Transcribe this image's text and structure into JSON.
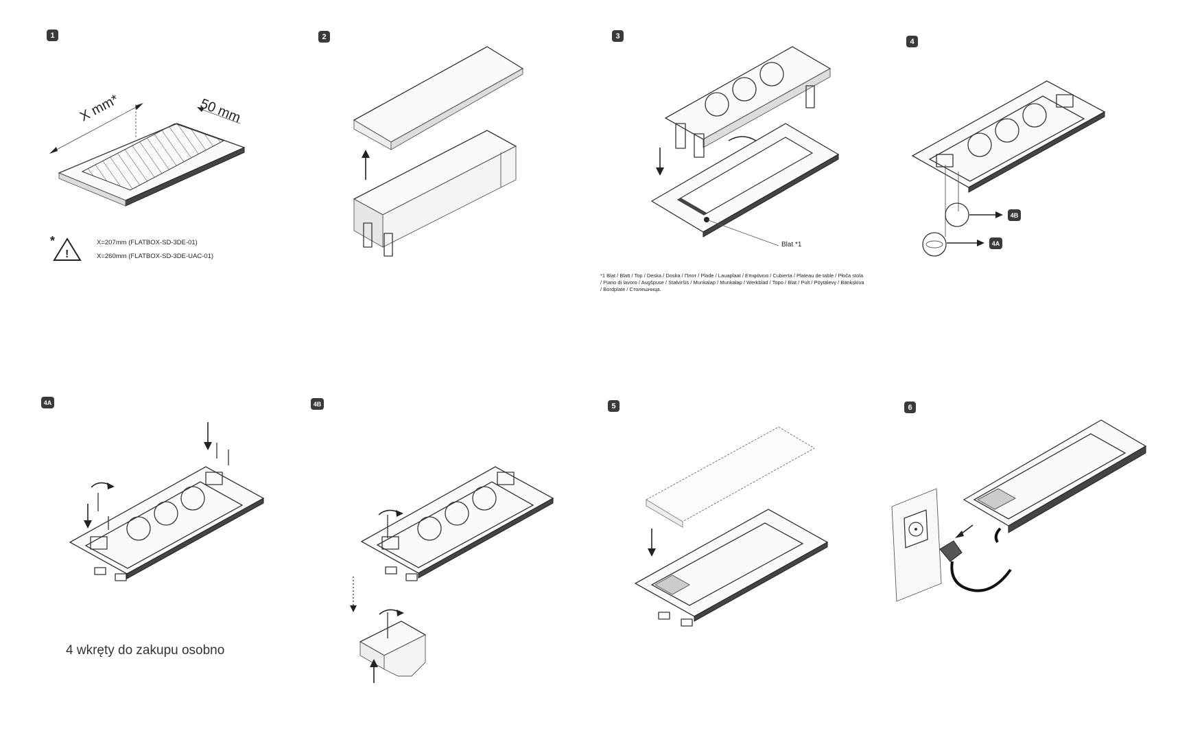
{
  "steps": {
    "s1": "1",
    "s2": "2",
    "s3": "3",
    "s4": "4",
    "s4a": "4A",
    "s4b": "4B",
    "s5": "5",
    "s6": "6"
  },
  "step1": {
    "dim_x": "X mm*",
    "dim_50": "50 mm",
    "note_star": "*",
    "note_line1": "X=207mm  (FLATBOX-SD-3DE-01)",
    "note_line2": "X=260mm  (FLATBOX-SD-3DE-UAC-01)"
  },
  "step3": {
    "blat_label": "Blat *1",
    "footnote": "*1 Blat / Blatt / Top / Deska / Doska / Плот / Plade / Lauaplaat / Επιφάνεια / Cubierta / Plateau de table / Płoča stola / Piano di lavoro / Augšpuse / Stalviršis / Munkalap / Munkalap / Werkblad / Topo / Blat / Pult / Pöytälevy / Bänkskiva / Bordplate / Столешница."
  },
  "step4": {
    "ref_4b": "4B",
    "ref_4a": "4A"
  },
  "step4a": {
    "note": "4 wkręty do zakupu osobno"
  },
  "icons": [
    "warning-triangle-icon",
    "arrow-down-icon",
    "arrow-up-icon",
    "rotate-arrow-icon",
    "socket-icon",
    "plug-icon"
  ]
}
